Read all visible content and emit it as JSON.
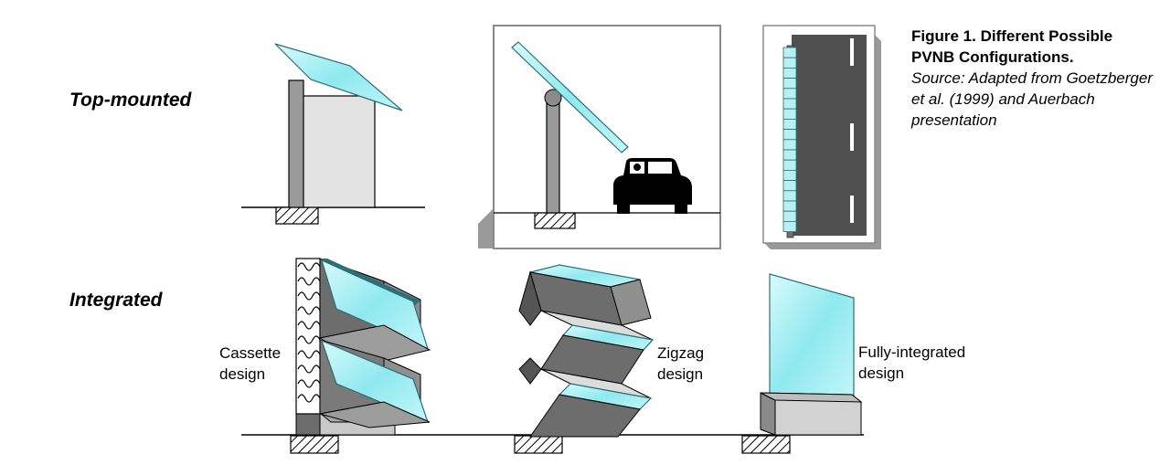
{
  "rows": {
    "top": "Top-mounted",
    "integrated": "Integrated"
  },
  "caption": {
    "title": "Figure 1. Different Possible PVNB Configurations.",
    "source": "Source: Adapted from Goetzberger et al. (1999) and Auerbach presentation"
  },
  "designs": {
    "cassette": [
      "Cassette",
      "design"
    ],
    "zigzag": [
      "Zigzag",
      "design"
    ],
    "fully": [
      "Fully-integrated",
      "design"
    ]
  },
  "colors": {
    "panel": "#b8f5f7",
    "panel_edge": "#3b7d86",
    "concrete_dark": "#808080",
    "concrete_mid": "#a9a9a9",
    "concrete_light": "#d9d9d9",
    "road": "#505050"
  }
}
